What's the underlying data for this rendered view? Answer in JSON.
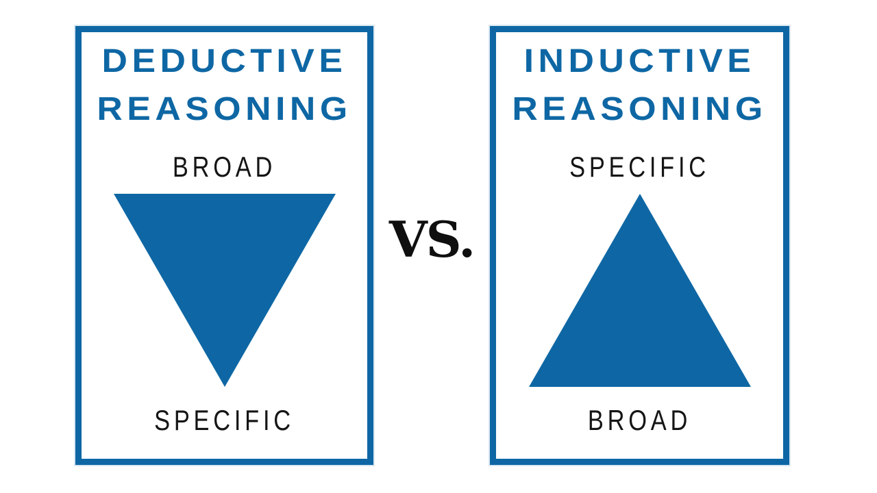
{
  "colors": {
    "accent": "#0e67a4",
    "label_text": "#151515",
    "versus_text": "#0f0f0f",
    "background": "#ffffff"
  },
  "versus_label": "VS.",
  "cards": [
    {
      "title_line1": "DEDUCTIVE",
      "title_line2": "REASONING",
      "top_label": "BROAD",
      "bottom_label": "SPECIFIC",
      "triangle_direction": "down",
      "triangle_icon": "funnel-down-triangle-icon"
    },
    {
      "title_line1": "INDUCTIVE",
      "title_line2": "REASONING",
      "top_label": "SPECIFIC",
      "bottom_label": "BROAD",
      "triangle_direction": "up",
      "triangle_icon": "pyramid-up-triangle-icon"
    }
  ]
}
